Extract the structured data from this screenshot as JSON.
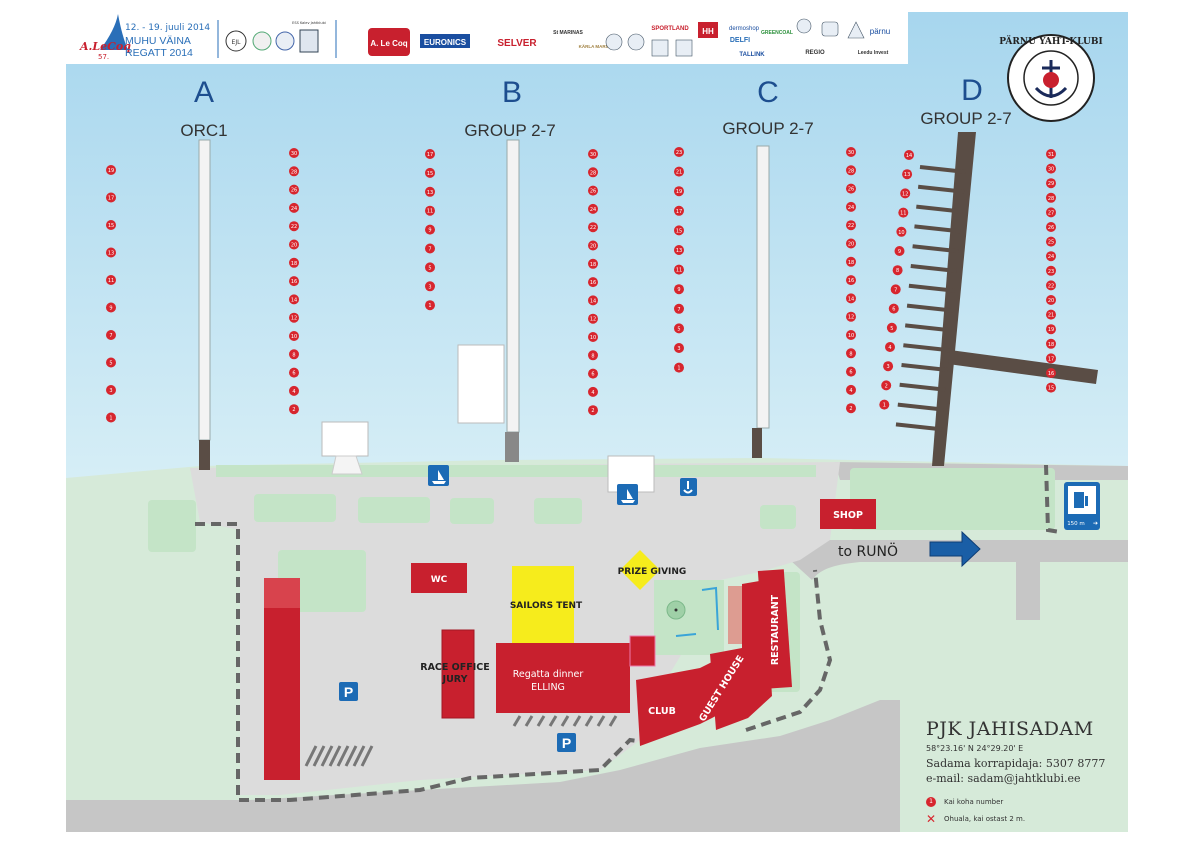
{
  "header": {
    "dates": "12. - 19. juuli 2014",
    "event_line1": "MUHU VÄINA",
    "event_line2": "REGATT 2014",
    "edition": "57.",
    "logo_brand": "A.LeCoq",
    "club_logos": [
      "EJL",
      "",
      "",
      "ESS Kalev Jahtklubi"
    ],
    "sponsors": [
      "A. Le Coq",
      "EURONICS",
      "SELVER",
      "St MARINAS",
      "KÄRLA MARINA",
      "SPORTLAND",
      "HH",
      "dermoshop",
      "DELFI",
      "GREENCOAL",
      "TALLINK",
      "REGIO",
      "Leedu Invest",
      "pärnu"
    ]
  },
  "club_seal": {
    "text": "PÄRNU YAHT-KLUBI"
  },
  "piers": [
    {
      "letter": "A",
      "group": "ORC1"
    },
    {
      "letter": "B",
      "group": "GROUP 2-7"
    },
    {
      "letter": "C",
      "group": "GROUP 2-7"
    },
    {
      "letter": "D",
      "group": "GROUP 2-7"
    }
  ],
  "berths": {
    "a_left": [
      "19",
      "17",
      "15",
      "13",
      "11",
      "9",
      "7",
      "5",
      "3",
      "1"
    ],
    "a_right": [
      "30",
      "28",
      "26",
      "24",
      "22",
      "20",
      "18",
      "16",
      "14",
      "12",
      "10",
      "8",
      "6",
      "4",
      "2"
    ],
    "b_left": [
      "17",
      "15",
      "13",
      "11",
      "9",
      "7",
      "5",
      "3",
      "1"
    ],
    "b_right": [
      "30",
      "28",
      "26",
      "24",
      "22",
      "20",
      "18",
      "16",
      "14",
      "12",
      "10",
      "8",
      "6",
      "4",
      "2"
    ],
    "c_left": [
      "23",
      "21",
      "19",
      "17",
      "15",
      "13",
      "11",
      "9",
      "7",
      "5",
      "3",
      "1"
    ],
    "c_right": [
      "30",
      "28",
      "26",
      "24",
      "22",
      "20",
      "18",
      "16",
      "14",
      "12",
      "10",
      "8",
      "6",
      "4",
      "2"
    ],
    "d_left": [
      "14",
      "13",
      "12",
      "11",
      "10",
      "9",
      "8",
      "7",
      "6",
      "5",
      "4",
      "3",
      "2",
      "1"
    ],
    "d_right": [
      "31",
      "30",
      "29",
      "28",
      "27",
      "26",
      "25",
      "24",
      "23",
      "22",
      "20",
      "21",
      "19",
      "18",
      "17",
      "16",
      "15"
    ]
  },
  "buildings": {
    "wc": "WC",
    "sailors_tent": "SAILORS TENT",
    "prize_giving": "PRIZE GIVING",
    "race_office": "RACE OFFICE",
    "jury": "JURY",
    "regatta_dinner": "Regatta dinner",
    "elling": "ELLING",
    "club": "CLUB",
    "guest_house": "GUEST HOUSE",
    "restaurant": "RESTAURANT",
    "shop": "SHOP"
  },
  "road": {
    "to_runo": "to RUNÖ"
  },
  "fuel": {
    "distance": "150 m"
  },
  "parking": {
    "label": "P"
  },
  "info": {
    "name": "PJK JAHISADAM",
    "coords": "58°23.16' N  24°29.20' E",
    "harbourmaster": "Sadama korrapidaja: 5307 8777",
    "email": "e-mail: sadam@jahtklubi.ee",
    "legend_number": "Kai koha number",
    "legend_number_icon": "1",
    "legend_danger": "Ohuala, kai ostast 2 m."
  },
  "colors": {
    "sea": "#b8def0",
    "land": "#d6ead9",
    "paved": "#dcdcdc",
    "road": "#c6c6c6",
    "building": "#c8202e",
    "tent": "#f6ec1c",
    "berth": "#d7262e",
    "pier_light": "#f3f3f3",
    "pier_dark": "#5a4d45",
    "letters": "#1d4e8f",
    "arrow": "#1a5ea6"
  }
}
